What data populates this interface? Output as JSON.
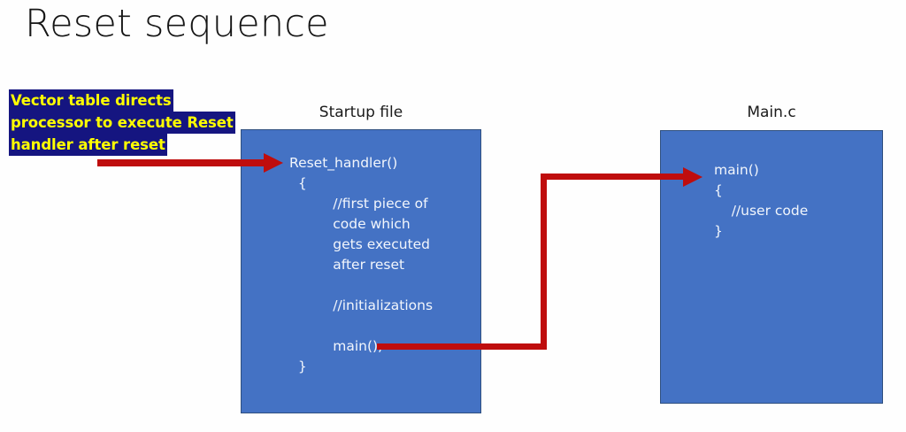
{
  "slide": {
    "title": "Reset sequence",
    "background_color": "#fefefe"
  },
  "callout": {
    "name": "vector-table-annotation",
    "background_color": "#151580",
    "text_color": "#ffff00",
    "lines": [
      "Vector table directs",
      "processor to execute Reset",
      "handler after reset"
    ],
    "full_text": "Vector table directs processor to execute Reset handler after reset"
  },
  "boxes": {
    "startup": {
      "caption": "Startup file",
      "fill_color": "#4472c4",
      "text_color": "#ffffff",
      "code": "Reset_handler()\n  {\n          //first piece of\n          code which\n          gets executed\n          after reset\n\n          //initializations\n\n          main();\n  }"
    },
    "mainc": {
      "caption": "Main.c",
      "fill_color": "#4472c4",
      "text_color": "#ffffff",
      "code": "main()\n{\n    //user code\n}"
    }
  },
  "arrows": {
    "color": "#bf0d0d",
    "items": [
      {
        "name": "arrow-callout-to-reset-handler",
        "from": "Vector table annotation",
        "to": "Reset_handler()"
      },
      {
        "name": "arrow-main-call-to-main-c",
        "from": "main();",
        "to": "main()"
      }
    ]
  }
}
